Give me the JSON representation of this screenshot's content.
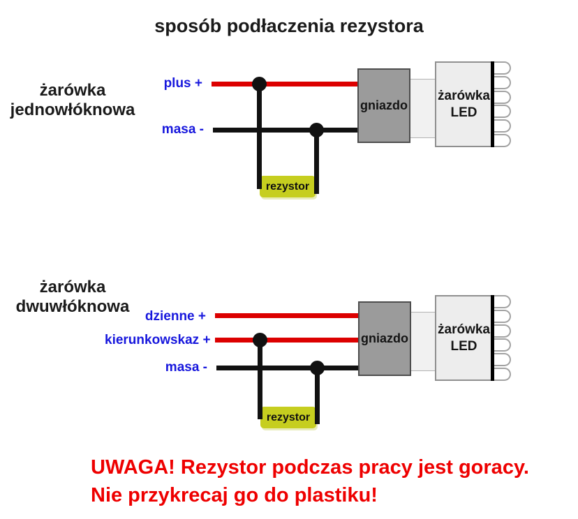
{
  "title": "sposób podłaczenia rezystora",
  "colors": {
    "wire_red": "#dc0000",
    "wire_black": "#111111",
    "label_blue": "#1717dd",
    "text_black": "#1a1a1a",
    "resistor_yellow": "#c6ce1f",
    "socket_gray": "#9b9b9b",
    "socket_border": "#4d4d4d",
    "connector_gray": "#f1f1f1",
    "led_gray": "#ededed",
    "led_border": "#8f8f8f",
    "warning_red": "#ee0000"
  },
  "diagram1": {
    "bulb_label_line1": "żarówka",
    "bulb_label_line2": "jednowłóknowa",
    "wire_labels": {
      "plus": "plus +",
      "masa": "masa -"
    },
    "resistor_label": "rezystor",
    "socket_label": "gniazdo",
    "led_label_line1": "żarówka",
    "led_label_line2": "LED"
  },
  "diagram2": {
    "bulb_label_line1": "żarówka",
    "bulb_label_line2": "dwuwłóknowa",
    "wire_labels": {
      "dzienne": "dzienne +",
      "kierunkowskaz": "kierunkowskaz +",
      "masa": "masa -"
    },
    "resistor_label": "rezystor",
    "socket_label": "gniazdo",
    "led_label_line1": "żarówka",
    "led_label_line2": "LED"
  },
  "warning": {
    "line1": "UWAGA! Rezystor podczas pracy jest goracy.",
    "line2": "Nie przykrecaj go do plastiku!"
  }
}
